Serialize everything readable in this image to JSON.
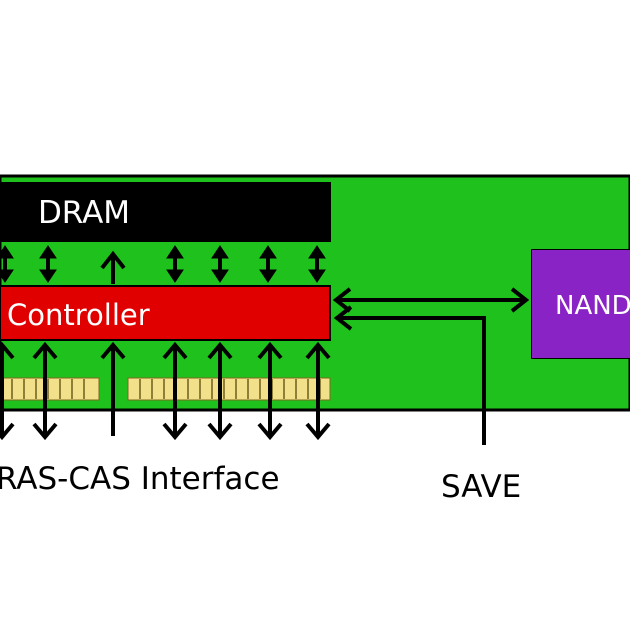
{
  "colors": {
    "board": "#1fc21c",
    "dram": "#000000",
    "controller": "#e10000",
    "nand": "#8a23c6",
    "contacts": "#f3e08a",
    "arrow": "#000000",
    "label_text": "#ffffff"
  },
  "blocks": {
    "dram_label": "DRAM",
    "controller_label": "Controller",
    "nand_label": "NAND"
  },
  "labels": {
    "interface": "RAS-CAS Interface",
    "save": "SAVE"
  }
}
